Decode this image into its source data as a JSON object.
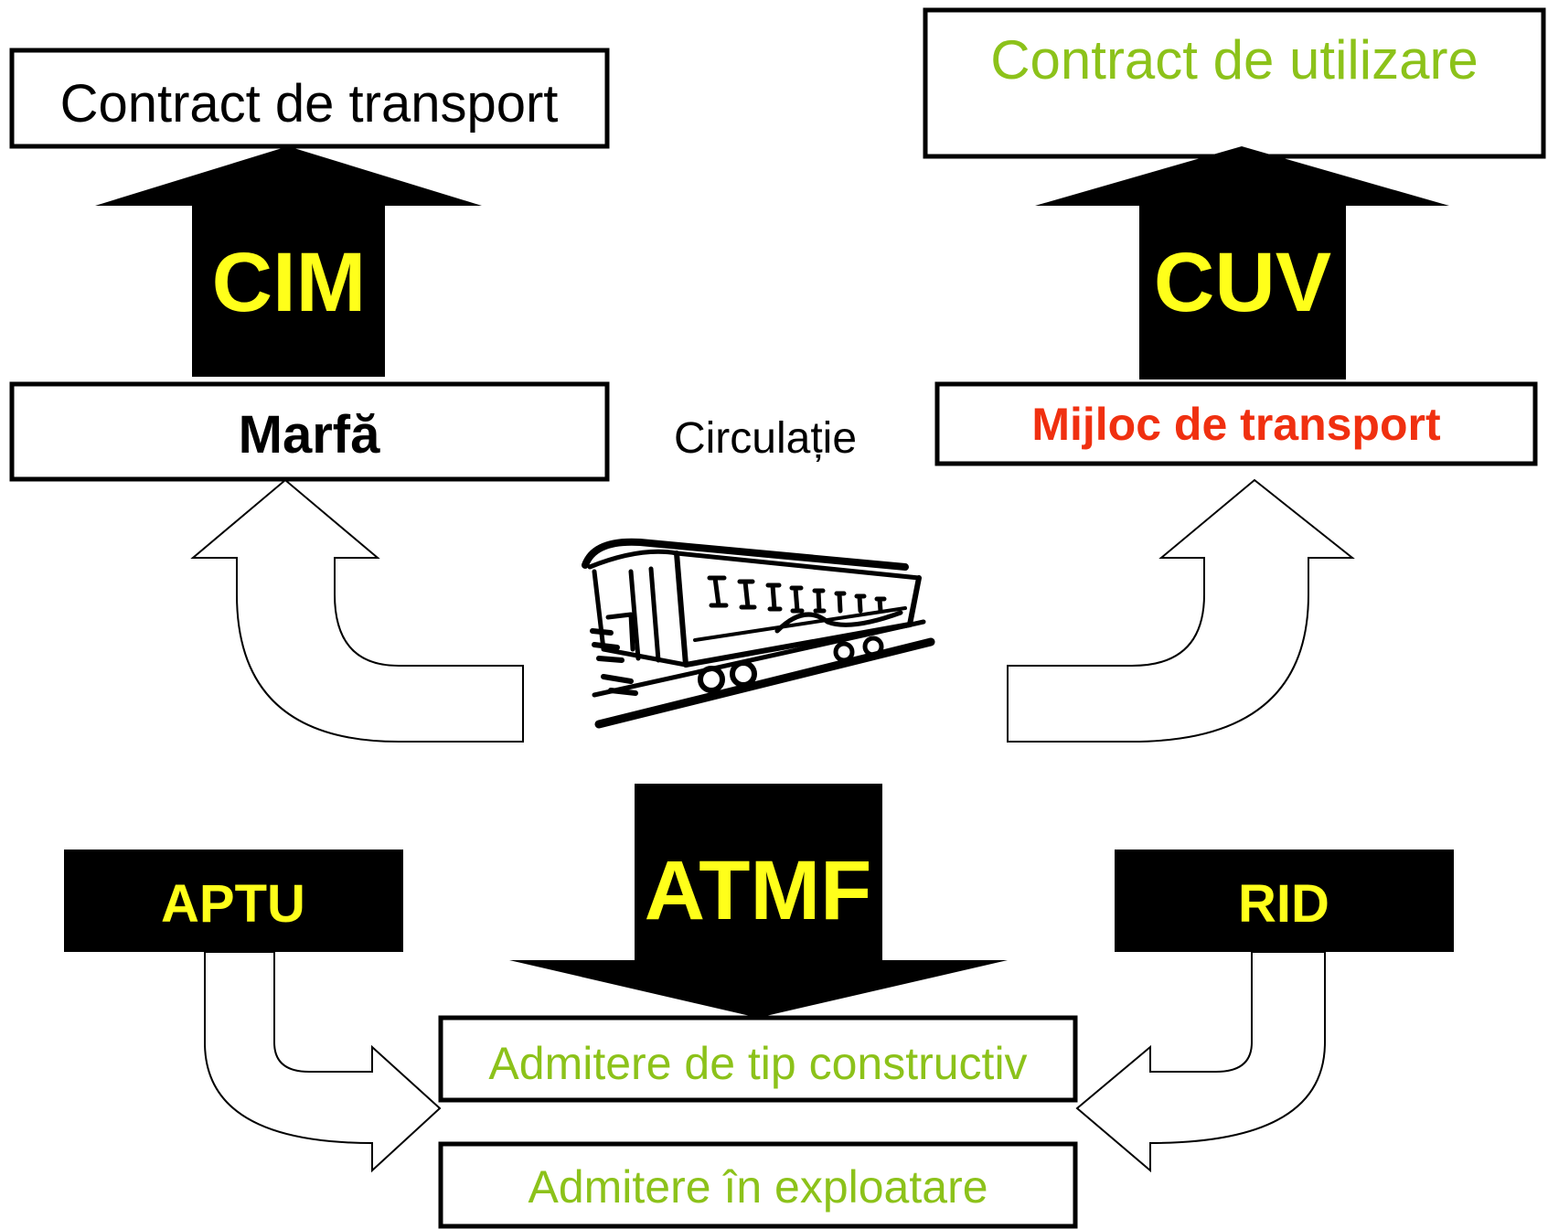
{
  "boxes": {
    "contract_transport": "Contract de transport",
    "contract_utilizare": "Contract de utilizare",
    "marfa": "Marfă",
    "mijloc_transport": "Mijloc de transport",
    "admitere_tip": "Admitere de tip constructiv",
    "admitere_exploatare": "Admitere în exploatare"
  },
  "labels": {
    "circulatie": "Circulație"
  },
  "arrows": {
    "cim": "CIM",
    "cuv": "CUV",
    "atmf": "ATMF"
  },
  "blocks": {
    "aptu": "APTU",
    "rid": "RID"
  },
  "icons": {
    "train": "railway-carriage-icon"
  },
  "colors": {
    "black": "#000000",
    "yellow": "#ffff1a",
    "green": "#8cc21a",
    "red": "#f03010"
  }
}
